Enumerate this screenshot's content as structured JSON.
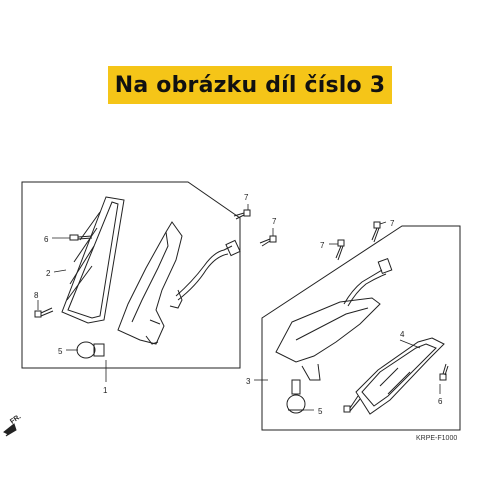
{
  "banner": {
    "text": "Na obrázku díl číslo 3"
  },
  "diagram": {
    "callouts": {
      "left_box": "1",
      "left_lens": "2",
      "left_screw": "6",
      "left_bolt": "8",
      "left_bulb": "5",
      "left_top_screw_a": "7",
      "left_top_screw_b": "7",
      "right_box": "3",
      "right_lens": "4",
      "right_bulb": "5",
      "right_screw": "6",
      "right_top_screw_a": "7",
      "right_top_screw_b": "7"
    },
    "front_arrow": "FR.",
    "code": "KRPE-F1000"
  }
}
